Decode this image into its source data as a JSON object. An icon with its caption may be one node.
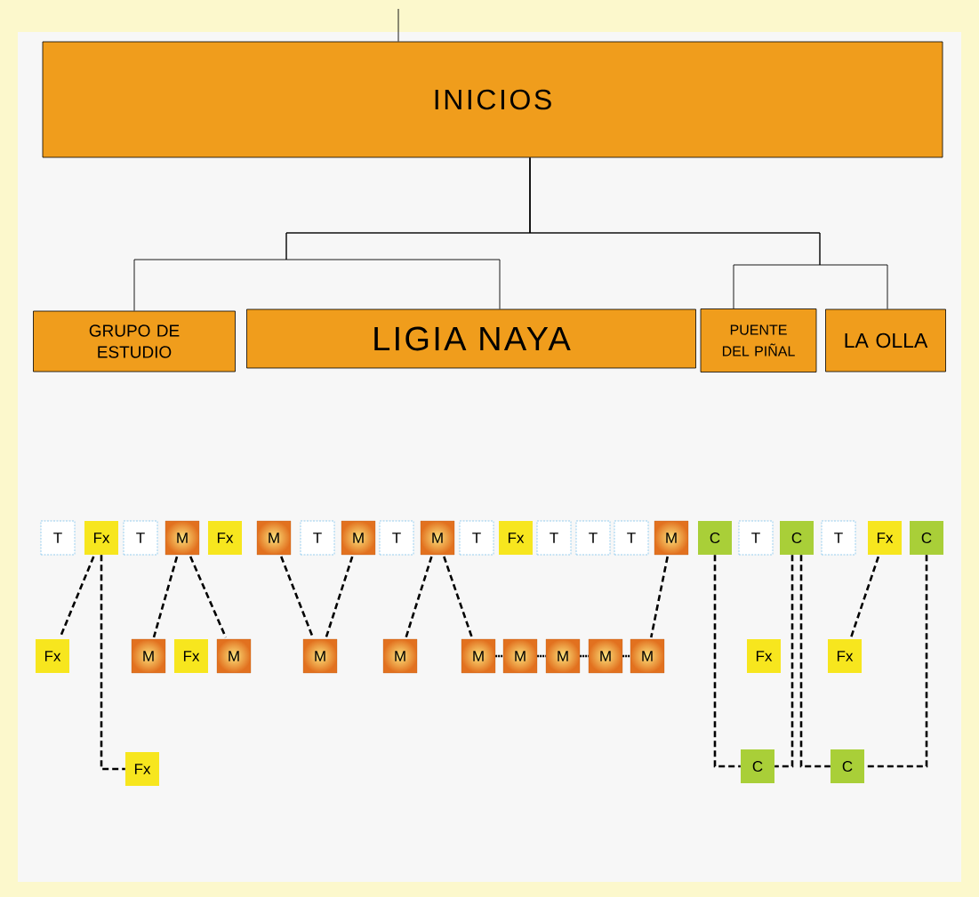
{
  "diagram": {
    "nodes": [
      {
        "text": [
          "INICIOS"
        ]
      },
      {
        "text": [
          "GRUPO DE ESTUDIO"
        ]
      },
      {
        "text": [
          "LIGIA NAYA"
        ]
      },
      {
        "text": [
          "PUENTE DEL PIÑAL"
        ]
      },
      {
        "text": [
          "LA OLLA"
        ]
      },
      {
        "text": [
          "T"
        ]
      },
      {
        "text": [
          "Fx"
        ]
      },
      {
        "text": [
          "T"
        ]
      },
      {
        "text": [
          "M"
        ]
      },
      {
        "text": [
          "Fx"
        ]
      },
      {
        "text": [
          "M"
        ]
      },
      {
        "text": [
          "T"
        ]
      },
      {
        "text": [
          "M"
        ]
      },
      {
        "text": [
          "T"
        ]
      },
      {
        "text": [
          "M"
        ]
      },
      {
        "text": [
          "T"
        ]
      },
      {
        "text": [
          "Fx"
        ]
      },
      {
        "text": [
          "T"
        ]
      },
      {
        "text": [
          "T"
        ]
      },
      {
        "text": [
          "T"
        ]
      },
      {
        "text": [
          "M"
        ]
      },
      {
        "text": [
          "C"
        ]
      },
      {
        "text": [
          "T"
        ]
      },
      {
        "text": [
          "C"
        ]
      },
      {
        "text": [
          "T"
        ]
      },
      {
        "text": [
          "Fx"
        ]
      },
      {
        "text": [
          "C"
        ]
      },
      {
        "text": [
          "Fx"
        ]
      },
      {
        "text": [
          "M"
        ]
      },
      {
        "text": [
          "Fx"
        ]
      },
      {
        "text": [
          "M"
        ]
      },
      {
        "text": [
          "M"
        ]
      },
      {
        "text": [
          "M"
        ]
      },
      {
        "text": [
          "M"
        ]
      },
      {
        "text": [
          "M"
        ]
      },
      {
        "text": [
          "M"
        ]
      },
      {
        "text": [
          "M"
        ]
      },
      {
        "text": [
          "M"
        ]
      },
      {
        "text": [
          "Fx"
        ]
      },
      {
        "text": [
          "Fx"
        ]
      },
      {
        "text": [
          "Fx"
        ]
      },
      {
        "text": [
          "C"
        ]
      },
      {
        "text": [
          "C"
        ]
      }
    ],
    "edges": [
      {
        "from": null,
        "to": 0,
        "arrow": "none"
      },
      {
        "from": 0,
        "to": 1,
        "arrow": "none"
      },
      {
        "from": 0,
        "to": 2,
        "arrow": "none"
      },
      {
        "from": 0,
        "to": 3,
        "arrow": "none"
      },
      {
        "from": 0,
        "to": 4,
        "arrow": "none"
      },
      {
        "from": 6,
        "to": 27,
        "arrow": "none",
        "style": "dashed"
      },
      {
        "from": 6,
        "to": 40,
        "arrow": "none",
        "style": "dashed"
      },
      {
        "from": 8,
        "to": 28,
        "arrow": "none",
        "style": "dashed"
      },
      {
        "from": 8,
        "to": 30,
        "arrow": "none",
        "style": "dashed"
      },
      {
        "from": 10,
        "to": 31,
        "arrow": "none",
        "style": "dashed"
      },
      {
        "from": 12,
        "to": 31,
        "arrow": "none",
        "style": "dashed"
      },
      {
        "from": 14,
        "to": 32,
        "arrow": "none",
        "style": "dashed"
      },
      {
        "from": 14,
        "to": 33,
        "arrow": "none",
        "style": "dashed"
      },
      {
        "from": 33,
        "to": 34,
        "arrow": "none",
        "style": "dashed"
      },
      {
        "from": 34,
        "to": 35,
        "arrow": "none",
        "style": "dashed"
      },
      {
        "from": 35,
        "to": 36,
        "arrow": "none",
        "style": "dashed"
      },
      {
        "from": 36,
        "to": 37,
        "arrow": "none",
        "style": "dashed"
      },
      {
        "from": 20,
        "to": 37,
        "arrow": "none",
        "style": "dashed"
      },
      {
        "from": 21,
        "to": 41,
        "arrow": "none",
        "style": "dashed"
      },
      {
        "from": 23,
        "to": 41,
        "arrow": "none",
        "style": "dashed"
      },
      {
        "from": 23,
        "to": 42,
        "arrow": "none",
        "style": "dashed"
      },
      {
        "from": 26,
        "to": 42,
        "arrow": "none",
        "style": "dashed"
      },
      {
        "from": 25,
        "to": 39,
        "arrow": "none",
        "style": "dashed"
      }
    ]
  }
}
